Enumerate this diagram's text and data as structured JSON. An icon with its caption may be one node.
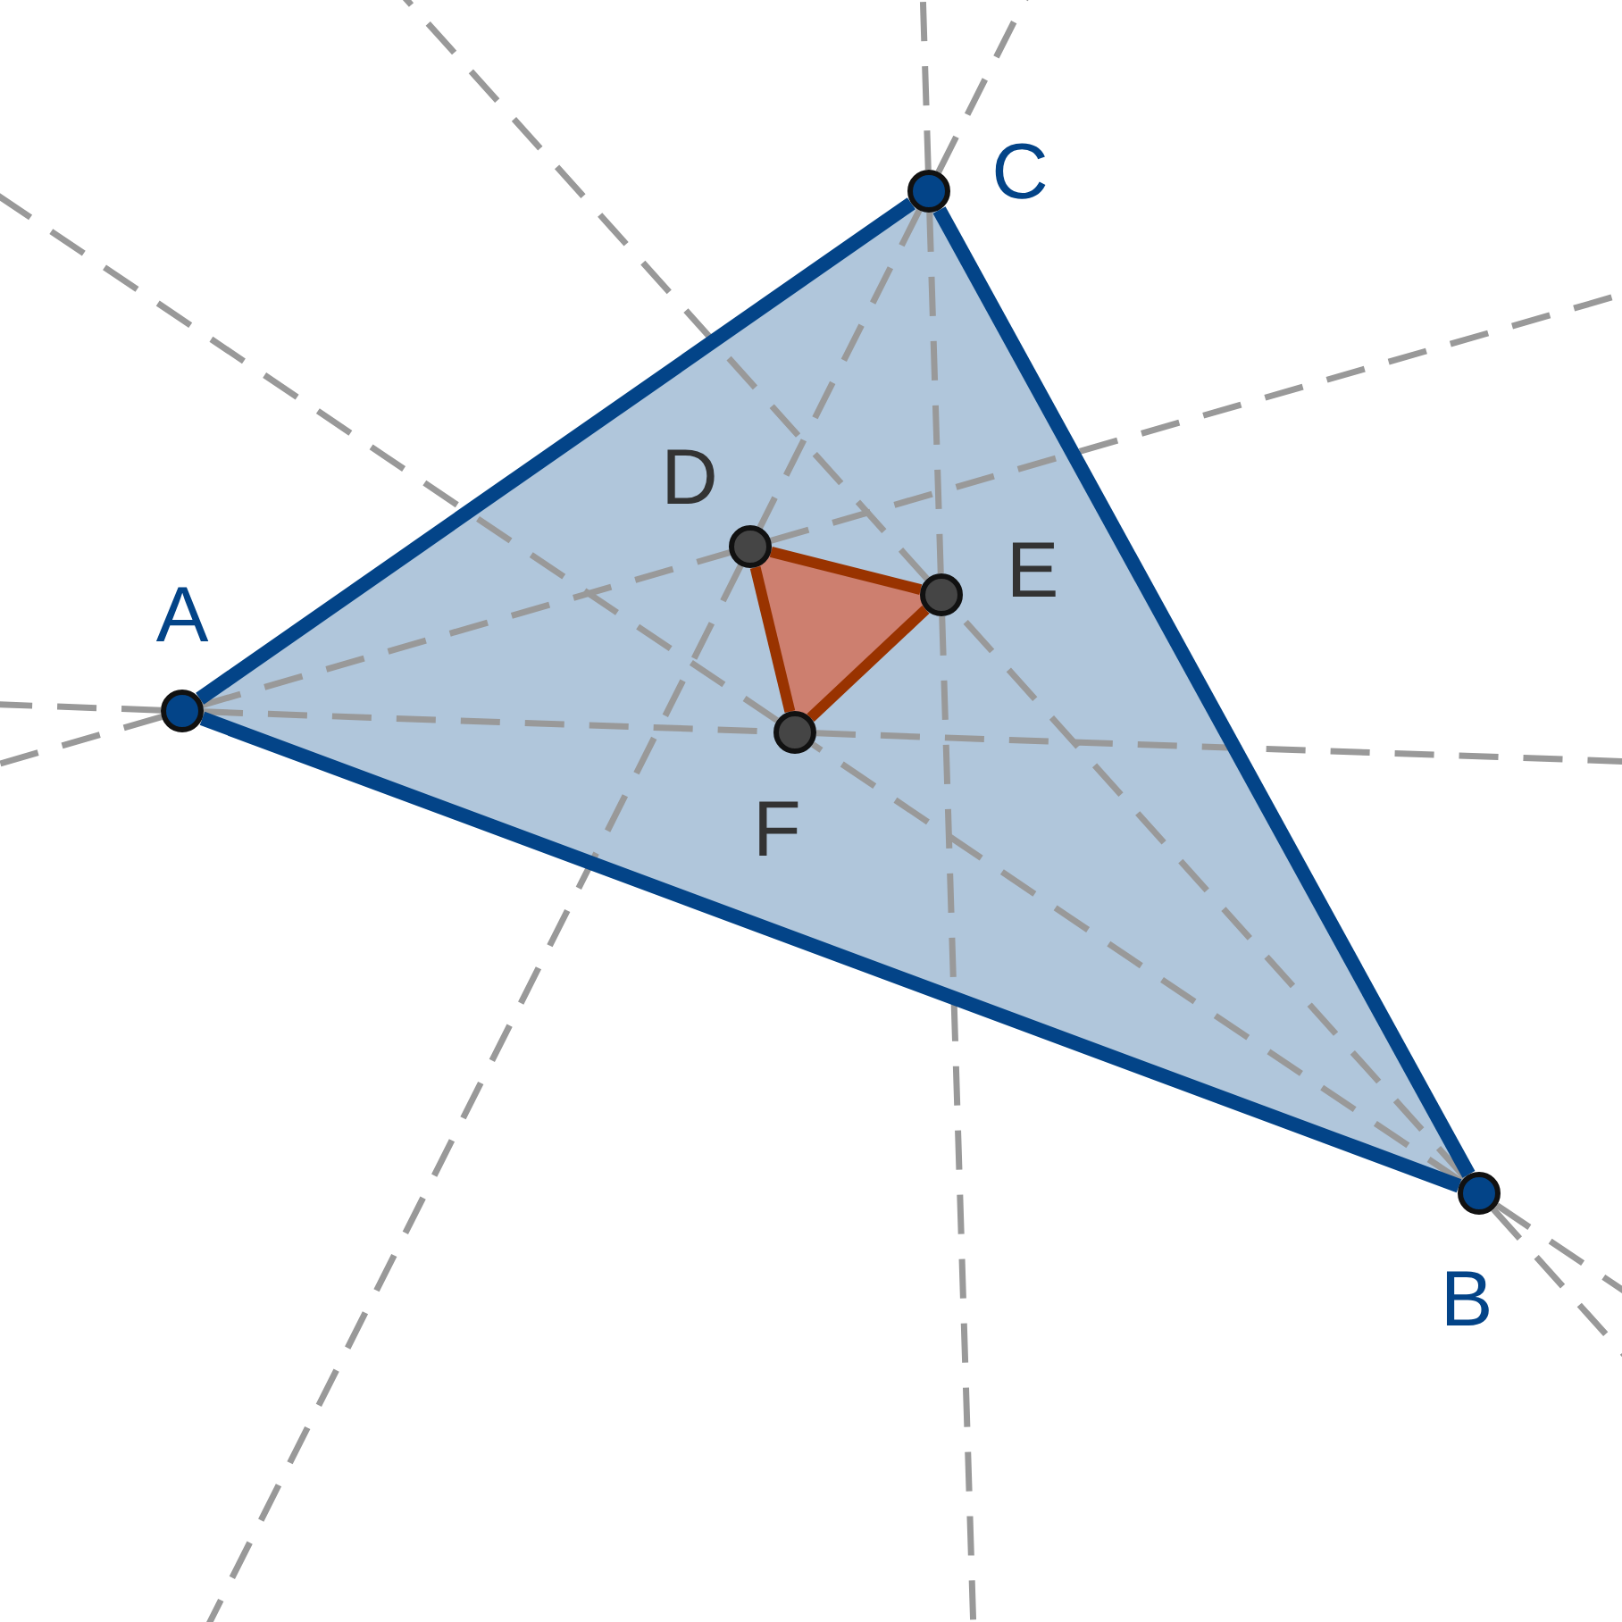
{
  "diagram": {
    "nodes": [
      {
        "text": [],
        "shape": "circle",
        "beside": [
          "A"
        ]
      },
      {
        "text": [],
        "shape": "circle",
        "beside": [
          "B"
        ]
      },
      {
        "text": [],
        "shape": "circle",
        "beside": [
          "C"
        ]
      },
      {
        "text": [],
        "shape": "circle",
        "beside": [
          "D"
        ]
      },
      {
        "text": [],
        "shape": "circle",
        "beside": [
          "E"
        ]
      },
      {
        "text": [],
        "shape": "circle",
        "beside": [
          "F"
        ]
      }
    ],
    "edges": [
      {
        "from": 0,
        "to": 3,
        "arrow": "none",
        "style": "dashed",
        "color": "#999999"
      },
      {
        "from": 0,
        "to": 5,
        "arrow": "none",
        "style": "dashed",
        "color": "#999999"
      },
      {
        "from": 1,
        "to": 5,
        "arrow": "none",
        "style": "dashed",
        "color": "#999999"
      },
      {
        "from": 1,
        "to": 4,
        "arrow": "none",
        "style": "dashed",
        "color": "#999999"
      },
      {
        "from": 2,
        "to": 4,
        "arrow": "none",
        "style": "dashed",
        "color": "#999999"
      },
      {
        "from": 2,
        "to": 3,
        "arrow": "none",
        "style": "dashed",
        "color": "#999999"
      },
      {
        "from": 0,
        "to": 1,
        "arrow": "none",
        "style": "thick",
        "color": "#034488"
      },
      {
        "from": 1,
        "to": 2,
        "arrow": "none",
        "style": "thick",
        "color": "#034488"
      },
      {
        "from": 2,
        "to": 0,
        "arrow": "none",
        "style": "thick",
        "color": "#034488"
      },
      {
        "from": 3,
        "to": 4,
        "arrow": "none",
        "color": "#993300"
      },
      {
        "from": 4,
        "to": 5,
        "arrow": "none",
        "color": "#993300"
      },
      {
        "from": 5,
        "to": 3,
        "arrow": "none",
        "color": "#993300"
      }
    ]
  }
}
